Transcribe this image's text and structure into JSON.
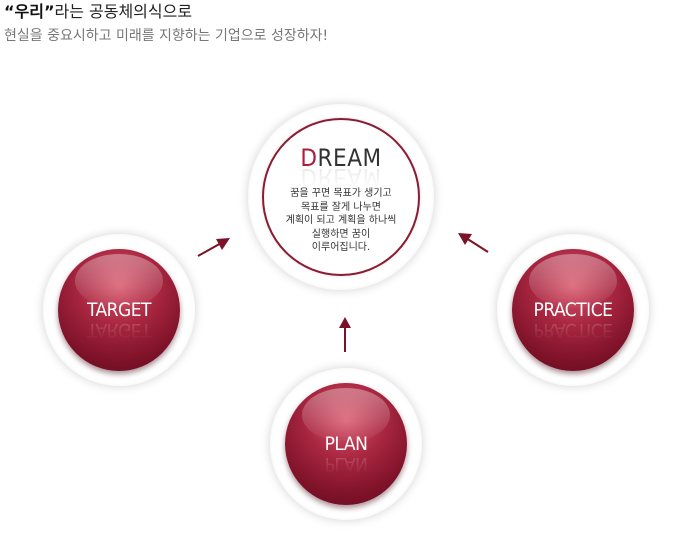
{
  "header": {
    "quote_word": "“우리”",
    "title_rest": "라는 공동체의식으로",
    "subtitle": "현실을 중요시하고 미래를 지향하는 기업으로 성장하자!"
  },
  "dream": {
    "title_first": "D",
    "title_rest": "REAM",
    "reflection": "DREAM",
    "description_lines": [
      "꿈을 꾸면 목표가 생기고",
      "목표를 잘게 나누면",
      "계획이 되고 계획을 하나씩",
      "실행하면 꿈이",
      "이루어집니다."
    ]
  },
  "nodes": {
    "target": "TARGET",
    "practice": "PRACTICE",
    "plan": "PLAN"
  },
  "colors": {
    "accent": "#b01a3c",
    "sphere": "#8c1a33",
    "arrow": "#7a1228"
  }
}
